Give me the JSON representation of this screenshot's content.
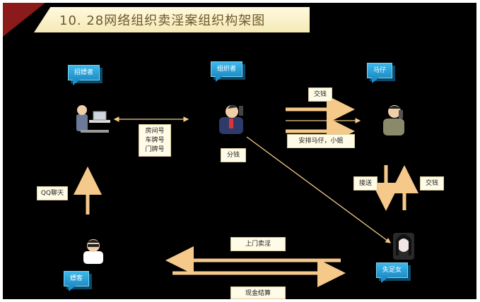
{
  "title": "10. 28网络组织卖淫案组织构架图",
  "nodes": {
    "bookkeeper": "招嫖者",
    "organizer": "组织者",
    "runner": "马仔",
    "client": "嫖客",
    "sexworker": "失足女"
  },
  "labels": {
    "room_info": "房间号\n车牌号\n门牌号",
    "split_money": "分钱",
    "hand_over_money": "交钱",
    "arrange": "安排马仔，小姐",
    "deliver": "接送",
    "hand_over_money2": "交钱",
    "qq_chat": "QQ聊天",
    "home_service": "上门卖淫",
    "cash_settle": "现金结算"
  },
  "colors": {
    "background": "#000000",
    "flag": "#1f8fc7",
    "arrow": "#f5c98a",
    "label_bg": "#fffbe6",
    "title_bg": "#fff9df"
  }
}
